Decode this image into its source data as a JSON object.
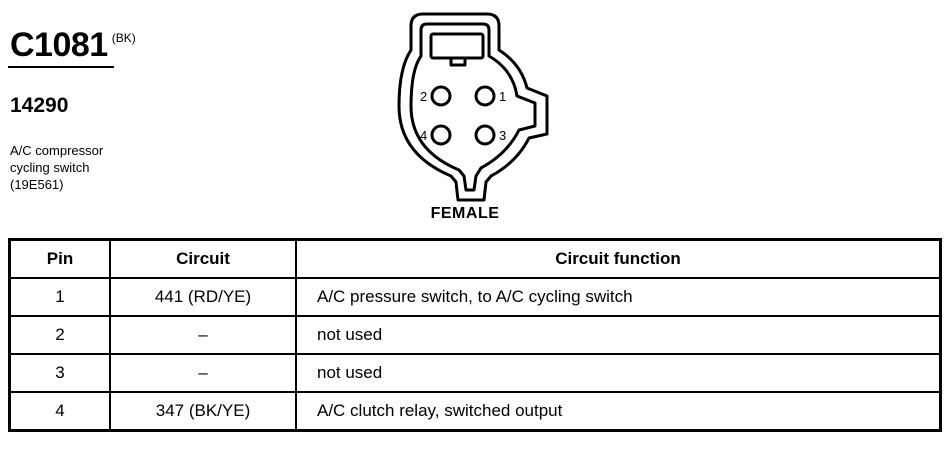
{
  "connector": {
    "id": "C1081",
    "color_code": "(BK)",
    "part_number": "14290",
    "description_lines": [
      "A/C compressor",
      "cycling switch",
      "(19E561)"
    ],
    "gender": "FEMALE",
    "cavity_labels": [
      "1",
      "2",
      "3",
      "4"
    ]
  },
  "table": {
    "headers": {
      "pin": "Pin",
      "circuit": "Circuit",
      "function": "Circuit function"
    },
    "rows": [
      {
        "pin": "1",
        "circuit": "441 (RD/YE)",
        "function": "A/C pressure switch, to A/C cycling switch"
      },
      {
        "pin": "2",
        "circuit": "–",
        "function": "not used"
      },
      {
        "pin": "3",
        "circuit": "–",
        "function": "not used"
      },
      {
        "pin": "4",
        "circuit": "347 (BK/YE)",
        "function": "A/C clutch relay, switched output"
      }
    ]
  }
}
